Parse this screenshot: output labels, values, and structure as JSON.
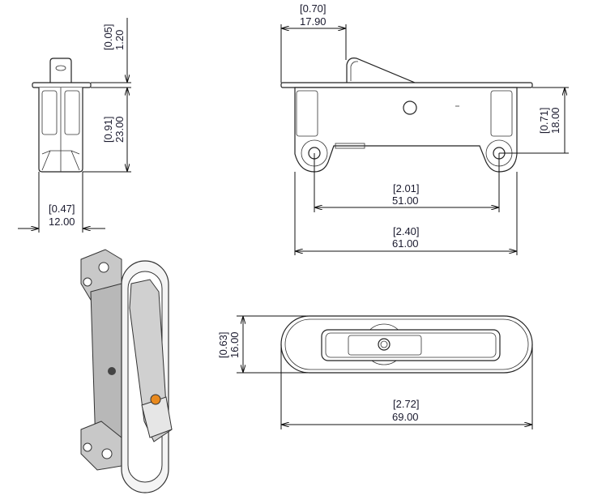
{
  "title": "Latch technical drawing",
  "dimensions": {
    "side_flange": {
      "inch": "[0.05]",
      "mm": "1.20"
    },
    "side_height": {
      "inch": "[0.91]",
      "mm": "23.00"
    },
    "side_width": {
      "inch": "[0.47]",
      "mm": "12.00"
    },
    "lever_offset": {
      "inch": "[0.70]",
      "mm": "17.90"
    },
    "hinge_height": {
      "inch": "[0.71]",
      "mm": "18.00"
    },
    "hole_spacing": {
      "inch": "[2.01]",
      "mm": "51.00"
    },
    "body_width": {
      "inch": "[2.40]",
      "mm": "61.00"
    },
    "plate_height": {
      "inch": "[0.63]",
      "mm": "16.00"
    },
    "plate_width": {
      "inch": "[2.72]",
      "mm": "69.00"
    }
  },
  "colors": {
    "accent": "#e8891e",
    "part_shade": "#b8b8b8"
  }
}
